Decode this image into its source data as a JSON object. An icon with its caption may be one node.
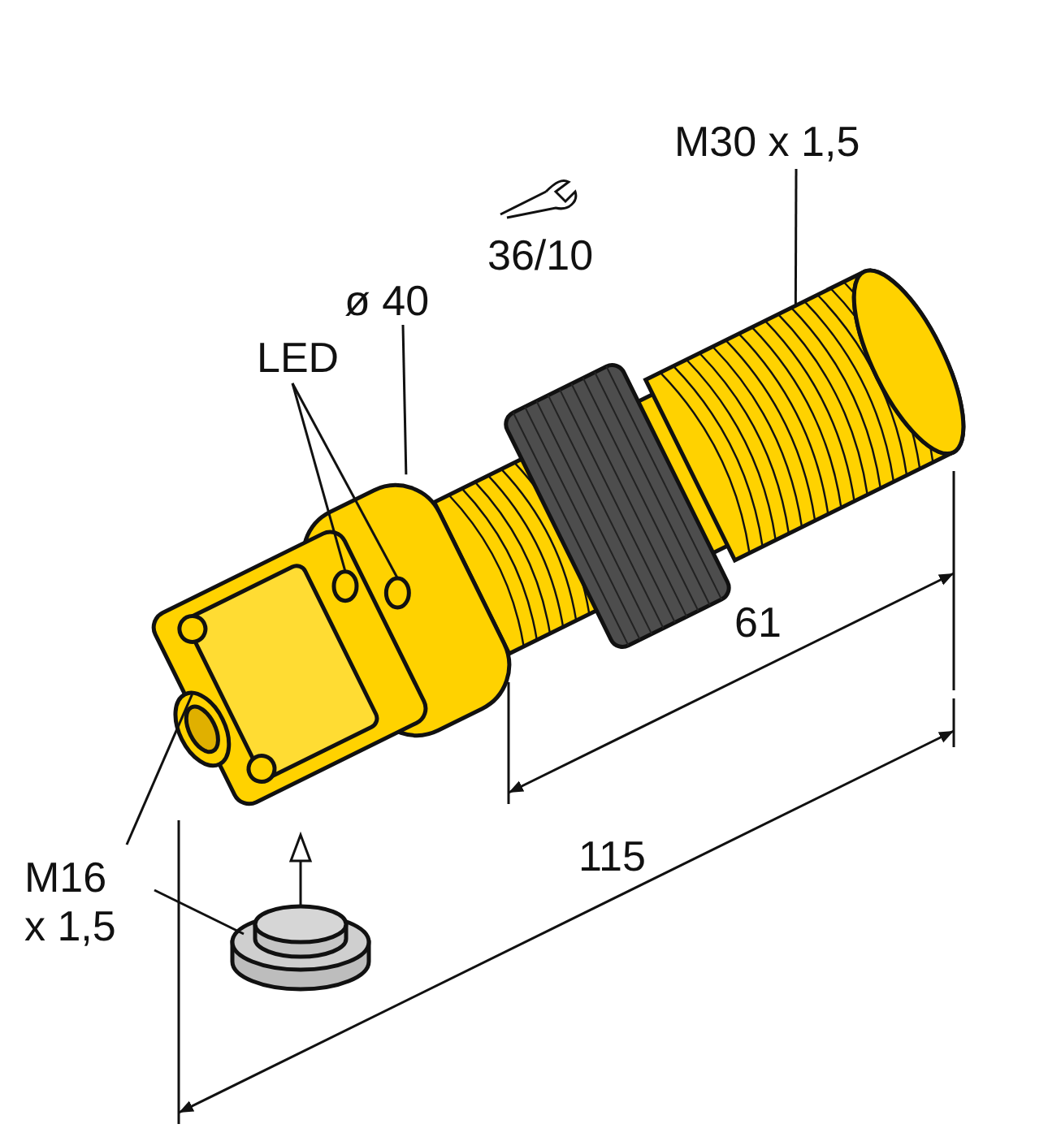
{
  "diagram": {
    "nodes": [
      {
        "text": [
          "M30 x 1,5"
        ]
      },
      {
        "text": [
          "ø 40"
        ]
      },
      {
        "text": [
          "LED"
        ]
      },
      {
        "text": [],
        "shape": "circle"
      },
      {
        "text": [],
        "shape": "circle"
      },
      {
        "text": [
          "M16 x 1,5"
        ]
      },
      {
        "text": [],
        "shape": "picture"
      }
    ],
    "edges": [
      {
        "from": 0,
        "to": null,
        "arrow": "none"
      },
      {
        "from": 1,
        "to": null,
        "arrow": "none"
      },
      {
        "from": 2,
        "to": 3,
        "arrow": "none"
      },
      {
        "from": 2,
        "to": 4,
        "arrow": "none"
      },
      {
        "from": 5,
        "to": null,
        "arrow": "none"
      },
      {
        "from": 5,
        "to": 6,
        "arrow": "none"
      }
    ],
    "labels": [
      "36/10",
      "61",
      "115"
    ]
  }
}
